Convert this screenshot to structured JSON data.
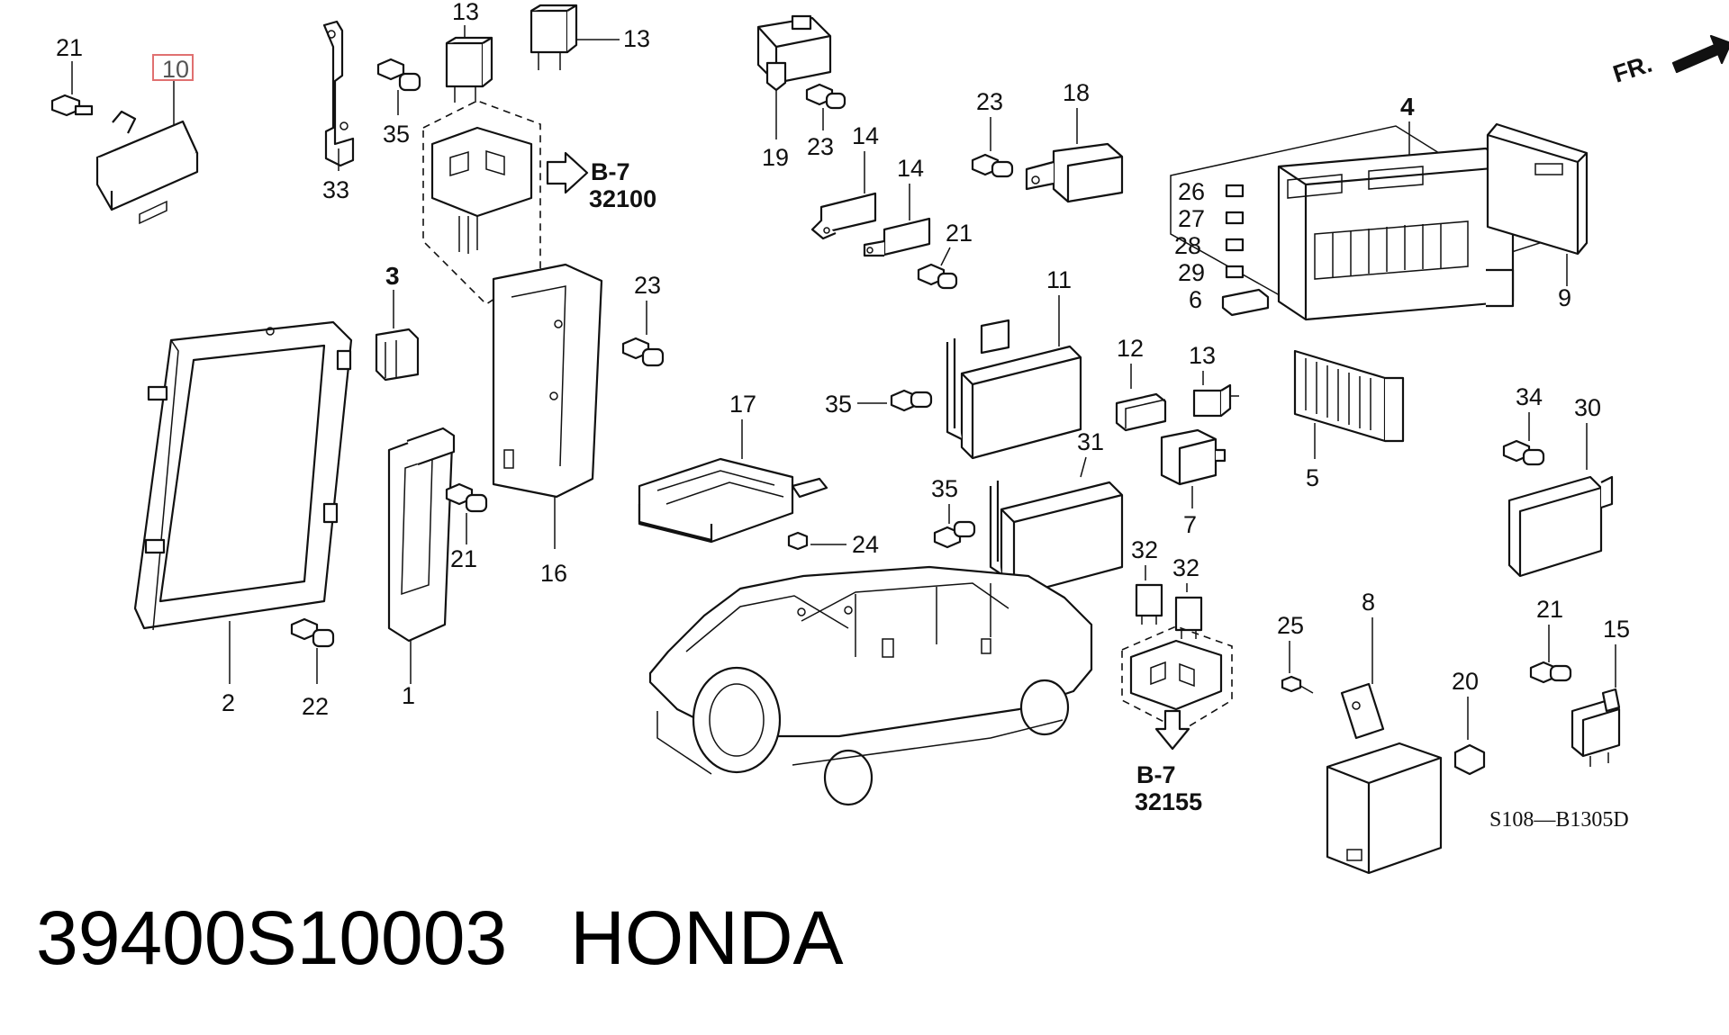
{
  "callouts": {
    "c21a": "21",
    "c10": "10",
    "c13a": "13",
    "c13b": "13",
    "c35a": "35",
    "c33": "33",
    "c19": "19",
    "c23a": "23",
    "c14a": "14",
    "c14b": "14",
    "c21b": "21",
    "c23b": "23",
    "c18": "18",
    "c4": "4",
    "c26": "26",
    "c27": "27",
    "c28": "28",
    "c29": "29",
    "c6": "6",
    "c9": "9",
    "c3": "3",
    "c23c": "23",
    "c11": "11",
    "c17": "17",
    "c35b": "35",
    "c12": "12",
    "c13c": "13",
    "c31": "31",
    "c5": "5",
    "c34": "34",
    "c30": "30",
    "c7": "7",
    "c35c": "35",
    "c24": "24",
    "c16": "16",
    "c21c": "21",
    "c2": "2",
    "c22": "22",
    "c1": "1",
    "c32a": "32",
    "c32b": "32",
    "c8": "8",
    "c25": "25",
    "c20": "20",
    "c21d": "21",
    "c15": "15"
  },
  "references": {
    "ref_a_page": "B-7",
    "ref_a_num": "32100",
    "ref_b_page": "B-7",
    "ref_b_num": "32155"
  },
  "front_label": "FR.",
  "diagram_code": "S108—B1305D",
  "caption": {
    "part_number": "39400S10003",
    "brand": "HONDA"
  },
  "highlight_color": "#e07070"
}
